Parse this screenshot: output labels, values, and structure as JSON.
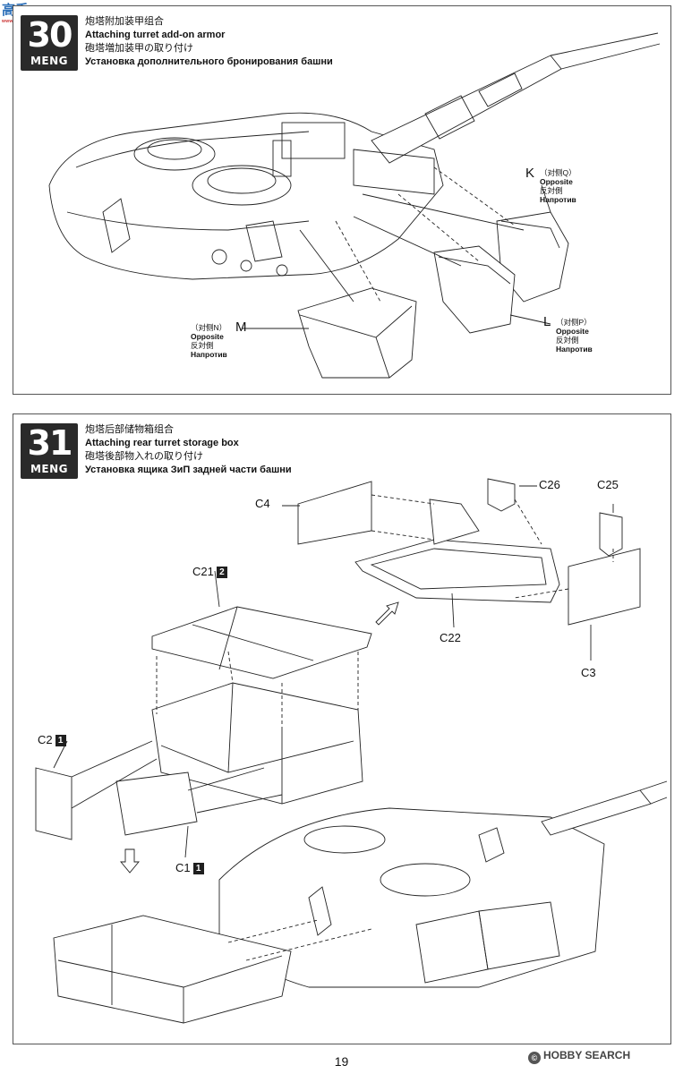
{
  "site_logo": {
    "text": "高手",
    "sub": "www.gaoshou..."
  },
  "steps": [
    {
      "number": "30",
      "brand": "MENG",
      "title_cn": "炮塔附加装甲组合",
      "title_en": "Attaching turret add-on armor",
      "title_jp": "砲塔増加装甲の取り付け",
      "title_ru": "Установка дополнительного бронирования башни",
      "callouts": [
        {
          "part": "K",
          "cn": "（对侧Q）",
          "en": "Opposite",
          "jp": "反対側",
          "ru": "Напротив"
        },
        {
          "part": "M",
          "cn": "（对侧N）",
          "en": "Opposite",
          "jp": "反対側",
          "ru": "Напротив"
        },
        {
          "part": "L",
          "cn": "（对侧P）",
          "en": "Opposite",
          "jp": "反対側",
          "ru": "Напротив"
        }
      ]
    },
    {
      "number": "31",
      "brand": "MENG",
      "title_cn": "炮塔后部储物箱组合",
      "title_en": "Attaching rear turret storage box",
      "title_jp": "砲塔後部物入れの取り付け",
      "title_ru": "Установка ящика ЗиП задней части башни",
      "parts": {
        "c4": "C4",
        "c26": "C26",
        "c25": "C25",
        "c22": "C22",
        "c3": "C3",
        "c21": "C21",
        "c21_chip": "2",
        "c2": "C2",
        "c2_chip": "1",
        "c1": "C1",
        "c1_chip": "1"
      }
    }
  ],
  "page_number": "19",
  "watermark": {
    "icon": "©",
    "text": "HOBBY SEARCH"
  }
}
